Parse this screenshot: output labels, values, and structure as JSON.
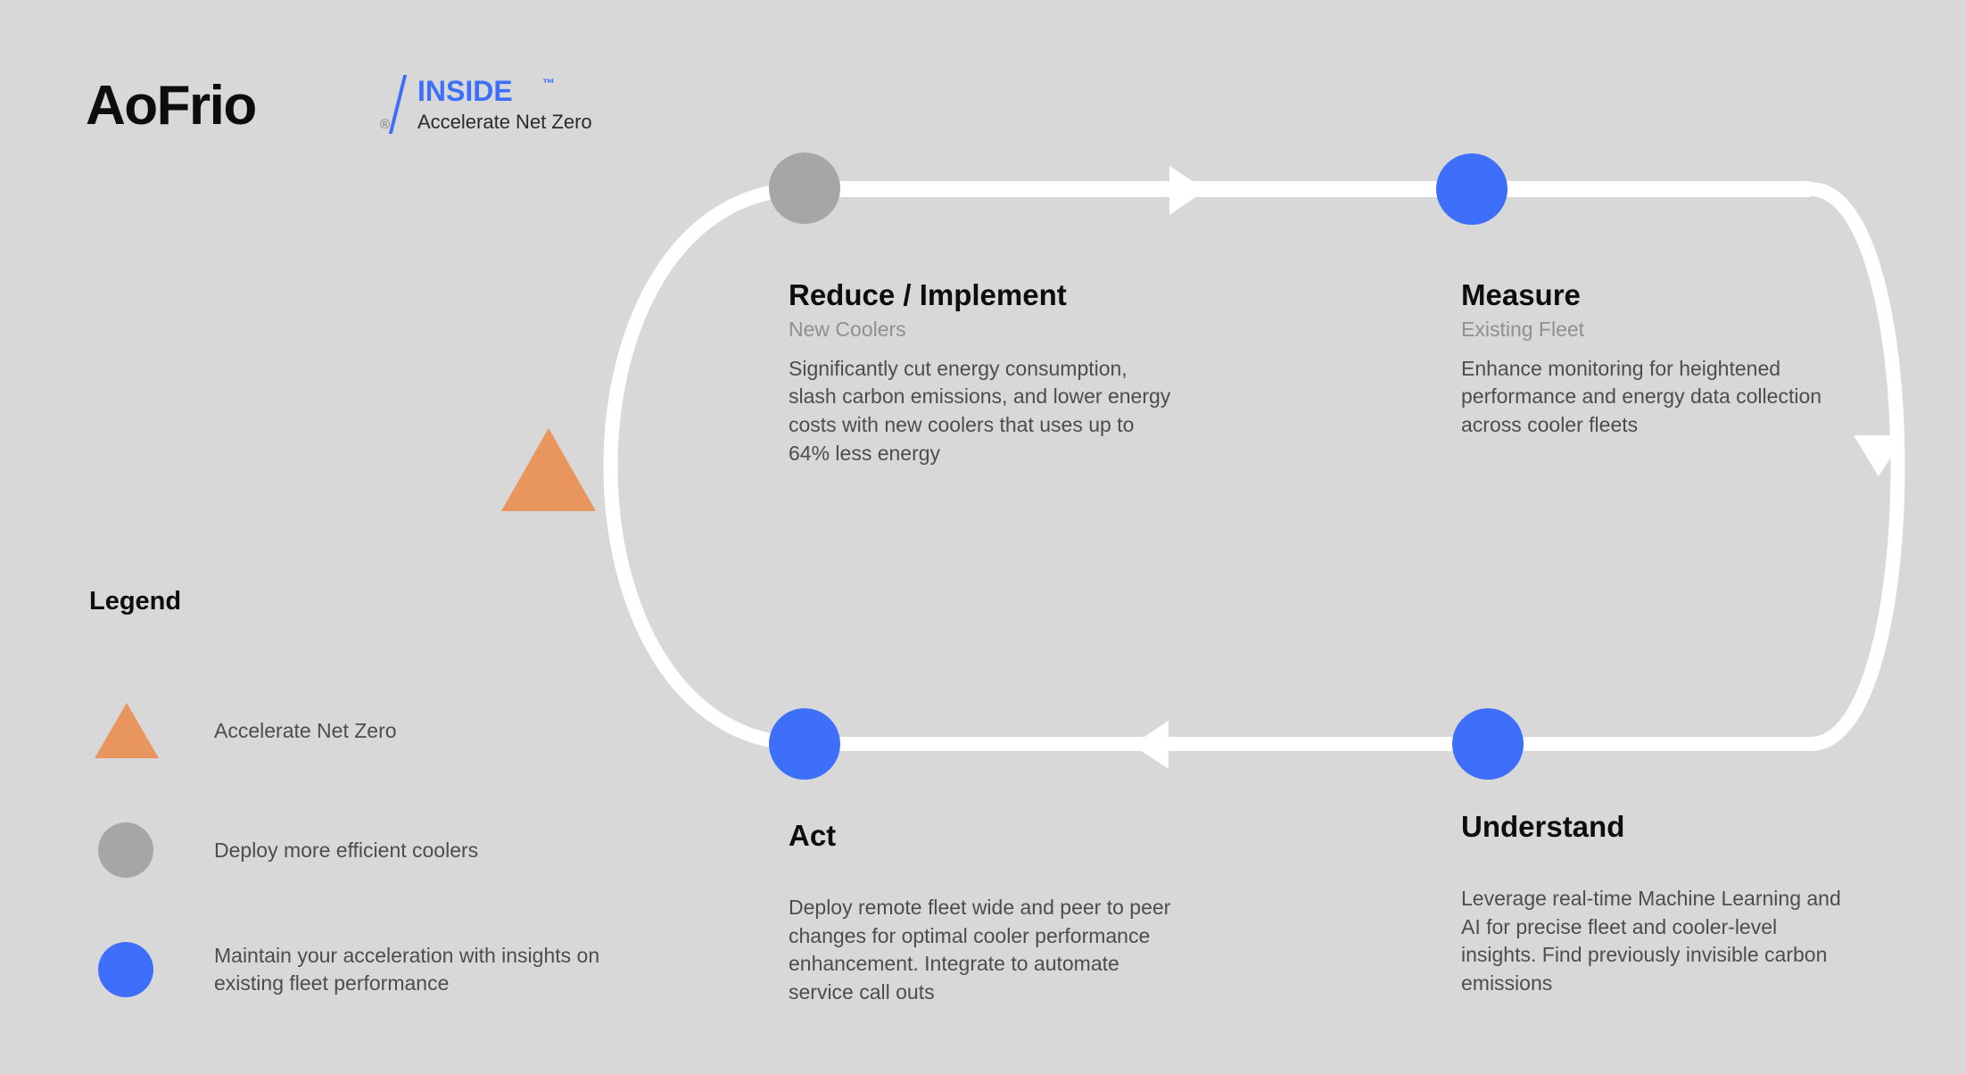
{
  "logo": {
    "wordmark": "AoFrio",
    "registered": "®",
    "inside": "INSIDE",
    "trademark": "™",
    "tagline": "Accelerate Net Zero"
  },
  "colors": {
    "background": "#d8d8d8",
    "path": "#ffffff",
    "blue": "#3d6ffb",
    "gray": "#a6a6a6",
    "orange": "#e8955e",
    "title_text": "#0d0d0d",
    "subtitle_text": "#909090",
    "body_text": "#4d4d4d"
  },
  "stages": [
    {
      "id": "reduce",
      "title": "Reduce / Implement",
      "subtitle": "New Coolers",
      "body": "Significantly cut energy consumption, slash carbon emissions, and lower energy costs with new coolers that uses up to 64% less energy",
      "marker": "gray-circle"
    },
    {
      "id": "measure",
      "title": "Measure",
      "subtitle": "Existing Fleet",
      "body": "Enhance monitoring for heightened performance and energy data collection across cooler fleets",
      "marker": "blue-circle"
    },
    {
      "id": "act",
      "title": "Act",
      "subtitle": "",
      "body": "Deploy remote fleet wide and peer to peer changes for optimal cooler performance enhancement. Integrate to automate service call outs",
      "marker": "blue-circle"
    },
    {
      "id": "understand",
      "title": "Understand",
      "subtitle": "",
      "body": "Leverage real-time Machine Learning and AI for precise fleet and cooler-level insights. Find previously invisible carbon emissions",
      "marker": "blue-circle"
    }
  ],
  "legend": {
    "title": "Legend",
    "items": [
      {
        "marker": "orange-triangle",
        "label": "Accelerate Net Zero"
      },
      {
        "marker": "gray-circle",
        "label": "Deploy more efficient coolers"
      },
      {
        "marker": "blue-circle",
        "label": "Maintain your acceleration with insights on existing fleet performance"
      }
    ]
  },
  "flow": {
    "direction": "clockwise",
    "arrowheads": [
      "top-right-pointing",
      "right-down-pointing",
      "bottom-left-pointing"
    ]
  }
}
